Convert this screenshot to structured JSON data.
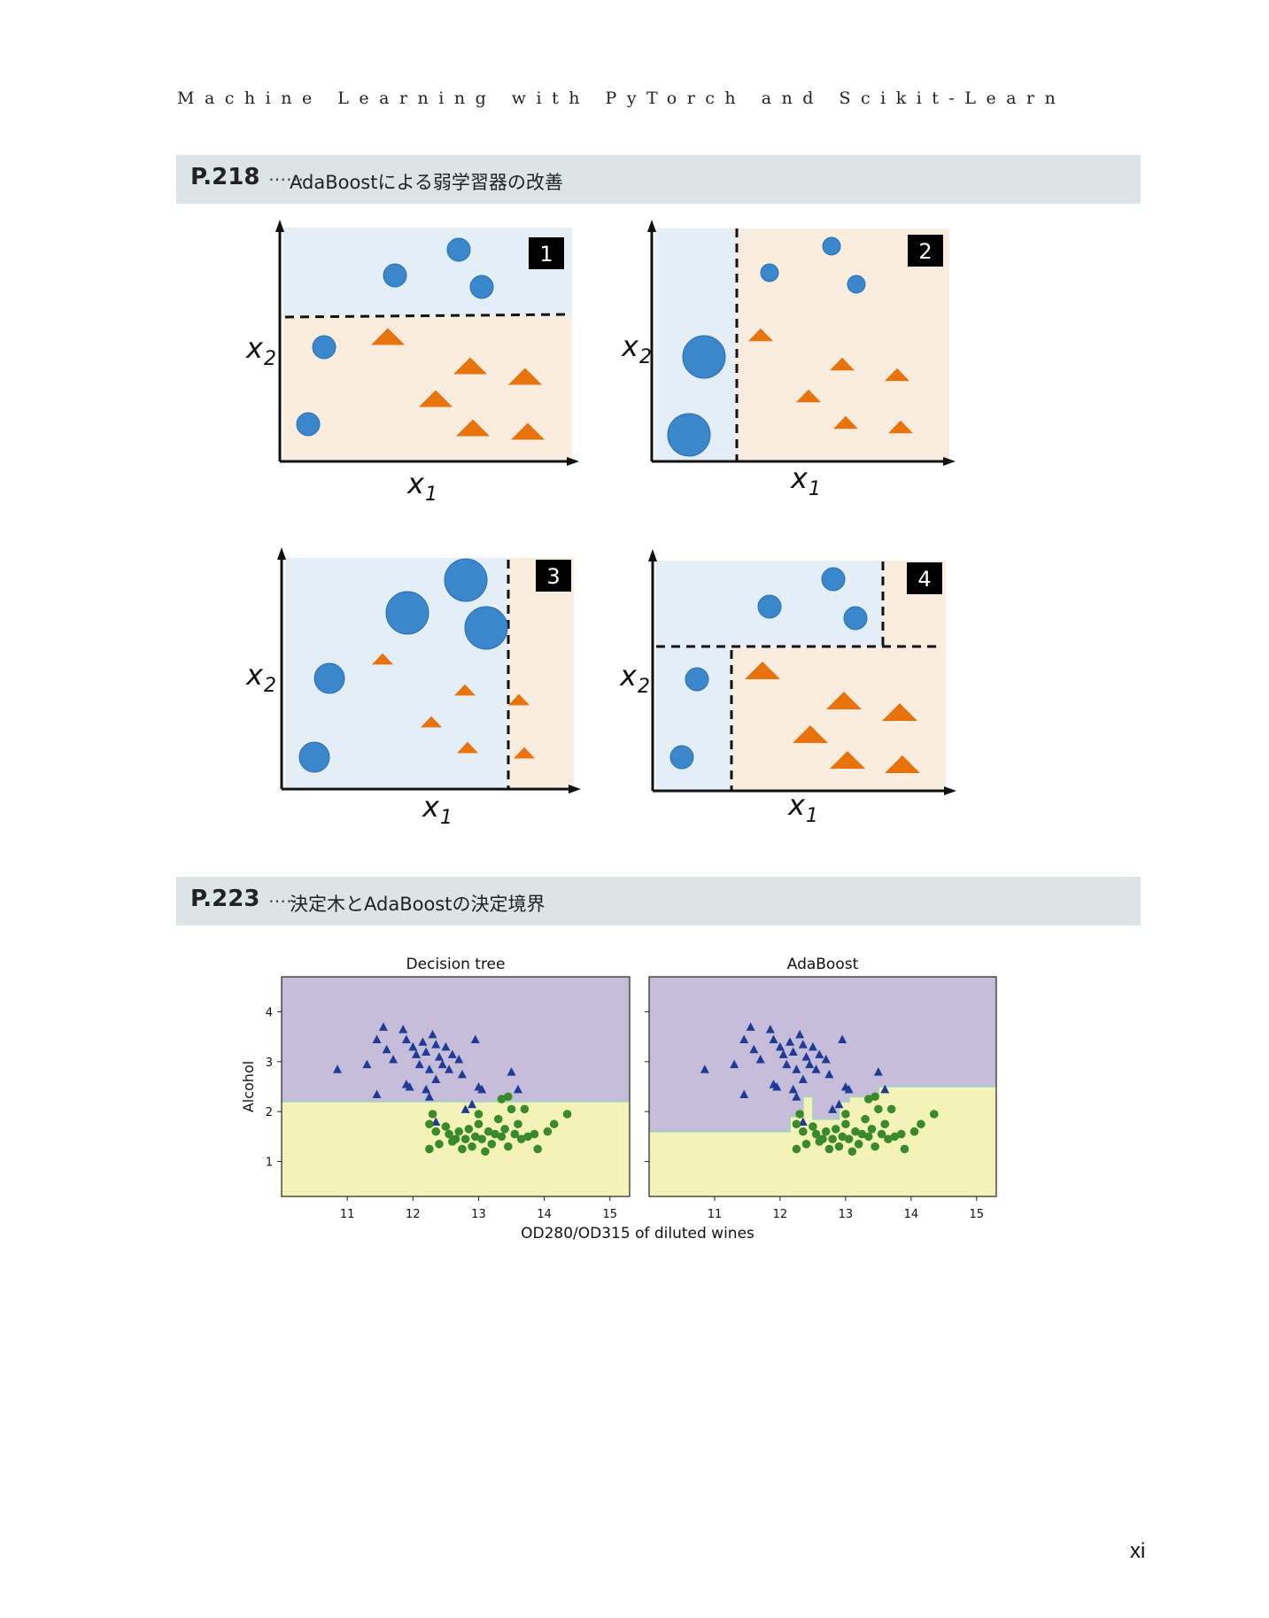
{
  "running_head": "Machine Learning with PyTorch and Scikit-Learn",
  "sections": [
    {
      "page": "P.218",
      "dots": "……",
      "title": "AdaBoostによる弱学習器の改善"
    },
    {
      "page": "P.223",
      "dots": "……",
      "title": "決定木とAdaBoostの決定境界"
    }
  ],
  "illustration": {
    "panels": [
      {
        "badge": "1",
        "xlabel": "x",
        "xsub": "1",
        "ylabel": "x",
        "ysub": "2"
      },
      {
        "badge": "2",
        "xlabel": "x",
        "xsub": "1",
        "ylabel": "x",
        "ysub": "2"
      },
      {
        "badge": "3",
        "xlabel": "x",
        "xsub": "1",
        "ylabel": "x",
        "ysub": "2"
      },
      {
        "badge": "4",
        "xlabel": "x",
        "xsub": "1",
        "ylabel": "x",
        "ysub": "2"
      }
    ],
    "colors": {
      "class_circle": "#3b87cc",
      "class_triangle": "#e8720c",
      "region_circle": "#e4eef7",
      "region_triangle": "#fbece0"
    }
  },
  "chart_data": [
    {
      "type": "scatter",
      "title": "Decision tree",
      "ylabel": "Alcohol",
      "xlabel": "OD280/OD315 of diluted wines",
      "xlim": [
        10,
        15.3
      ],
      "ylim": [
        0.3,
        4.7
      ],
      "xticks": [
        "11",
        "12",
        "13",
        "14",
        "15"
      ],
      "yticks": [
        "1",
        "2",
        "3",
        "4"
      ],
      "decision_boundary": [
        [
          10,
          2.2
        ],
        [
          15.3,
          2.2
        ]
      ],
      "series": [
        {
          "marker": "triangle",
          "color": "#1f3b96",
          "points": [
            [
              10.85,
              2.85
            ],
            [
              11.3,
              2.95
            ],
            [
              11.45,
              3.45
            ],
            [
              11.55,
              3.7
            ],
            [
              11.6,
              3.25
            ],
            [
              11.7,
              3.05
            ],
            [
              11.85,
              3.65
            ],
            [
              11.9,
              3.45
            ],
            [
              12.0,
              3.3
            ],
            [
              12.05,
              3.15
            ],
            [
              12.1,
              2.95
            ],
            [
              12.15,
              3.4
            ],
            [
              12.2,
              3.2
            ],
            [
              12.25,
              2.85
            ],
            [
              12.3,
              3.55
            ],
            [
              12.35,
              3.35
            ],
            [
              12.4,
              3.1
            ],
            [
              12.45,
              2.95
            ],
            [
              12.5,
              3.3
            ],
            [
              12.55,
              2.85
            ],
            [
              12.6,
              3.15
            ],
            [
              12.7,
              3.05
            ],
            [
              12.75,
              2.75
            ],
            [
              12.95,
              3.45
            ],
            [
              13.0,
              2.5
            ],
            [
              13.05,
              2.45
            ],
            [
              13.5,
              2.8
            ],
            [
              13.6,
              2.45
            ],
            [
              11.45,
              2.35
            ],
            [
              11.95,
              2.5
            ],
            [
              12.25,
              2.3
            ],
            [
              12.35,
              2.65
            ],
            [
              12.8,
              2.05
            ],
            [
              12.9,
              2.15
            ],
            [
              12.35,
              1.8
            ],
            [
              12.2,
              2.45
            ],
            [
              11.9,
              2.55
            ]
          ]
        },
        {
          "marker": "circle",
          "color": "#3a8a2c",
          "points": [
            [
              12.25,
              1.75
            ],
            [
              12.3,
              1.95
            ],
            [
              12.35,
              1.6
            ],
            [
              12.4,
              1.35
            ],
            [
              12.5,
              1.7
            ],
            [
              12.55,
              1.55
            ],
            [
              12.6,
              1.4
            ],
            [
              12.7,
              1.6
            ],
            [
              12.75,
              1.25
            ],
            [
              12.8,
              1.45
            ],
            [
              12.85,
              1.65
            ],
            [
              12.9,
              1.3
            ],
            [
              12.95,
              1.5
            ],
            [
              13.0,
              1.75
            ],
            [
              13.05,
              1.45
            ],
            [
              13.1,
              1.2
            ],
            [
              13.15,
              1.6
            ],
            [
              13.2,
              1.35
            ],
            [
              13.25,
              1.55
            ],
            [
              13.3,
              1.85
            ],
            [
              13.35,
              1.5
            ],
            [
              13.4,
              1.65
            ],
            [
              13.45,
              1.3
            ],
            [
              13.5,
              2.05
            ],
            [
              13.55,
              1.55
            ],
            [
              13.6,
              1.75
            ],
            [
              13.65,
              1.45
            ],
            [
              13.7,
              2.05
            ],
            [
              13.75,
              1.5
            ],
            [
              13.85,
              1.55
            ],
            [
              13.9,
              1.25
            ],
            [
              14.05,
              1.6
            ],
            [
              14.15,
              1.75
            ],
            [
              14.35,
              1.95
            ],
            [
              12.25,
              1.25
            ],
            [
              12.65,
              1.45
            ],
            [
              13.0,
              1.95
            ],
            [
              13.35,
              2.25
            ],
            [
              13.45,
              2.3
            ]
          ]
        }
      ]
    },
    {
      "type": "scatter",
      "title": "AdaBoost",
      "ylabel": "",
      "xlabel": "OD280/OD315 of diluted wines",
      "xlim": [
        10,
        15.3
      ],
      "ylim": [
        0.3,
        4.7
      ],
      "xticks": [
        "11",
        "12",
        "13",
        "14",
        "15"
      ],
      "yticks": [
        "",
        "",
        "",
        ""
      ],
      "decision_boundary": [
        [
          10,
          1.6
        ],
        [
          12.15,
          1.6
        ],
        [
          12.15,
          1.9
        ],
        [
          12.35,
          1.9
        ],
        [
          12.35,
          2.3
        ],
        [
          12.5,
          2.3
        ],
        [
          12.5,
          1.85
        ],
        [
          12.9,
          1.85
        ],
        [
          12.9,
          2.2
        ],
        [
          13.05,
          2.2
        ],
        [
          13.05,
          2.3
        ],
        [
          13.5,
          2.3
        ],
        [
          13.5,
          2.5
        ],
        [
          15.3,
          2.5
        ]
      ],
      "series": [
        {
          "marker": "triangle",
          "color": "#1f3b96",
          "points": [
            [
              10.85,
              2.85
            ],
            [
              11.3,
              2.95
            ],
            [
              11.45,
              3.45
            ],
            [
              11.55,
              3.7
            ],
            [
              11.6,
              3.25
            ],
            [
              11.7,
              3.05
            ],
            [
              11.85,
              3.65
            ],
            [
              11.9,
              3.45
            ],
            [
              12.0,
              3.3
            ],
            [
              12.05,
              3.15
            ],
            [
              12.1,
              2.95
            ],
            [
              12.15,
              3.4
            ],
            [
              12.2,
              3.2
            ],
            [
              12.25,
              2.85
            ],
            [
              12.3,
              3.55
            ],
            [
              12.35,
              3.35
            ],
            [
              12.4,
              3.1
            ],
            [
              12.45,
              2.95
            ],
            [
              12.5,
              3.3
            ],
            [
              12.55,
              2.85
            ],
            [
              12.6,
              3.15
            ],
            [
              12.7,
              3.05
            ],
            [
              12.75,
              2.75
            ],
            [
              12.95,
              3.45
            ],
            [
              13.0,
              2.5
            ],
            [
              13.05,
              2.45
            ],
            [
              13.5,
              2.8
            ],
            [
              13.6,
              2.45
            ],
            [
              11.45,
              2.35
            ],
            [
              11.95,
              2.5
            ],
            [
              12.25,
              2.3
            ],
            [
              12.35,
              2.65
            ],
            [
              12.8,
              2.05
            ],
            [
              12.9,
              2.15
            ],
            [
              12.35,
              1.8
            ],
            [
              12.2,
              2.45
            ],
            [
              11.9,
              2.55
            ]
          ]
        },
        {
          "marker": "circle",
          "color": "#3a8a2c",
          "points": [
            [
              12.25,
              1.75
            ],
            [
              12.3,
              1.95
            ],
            [
              12.35,
              1.6
            ],
            [
              12.4,
              1.35
            ],
            [
              12.5,
              1.7
            ],
            [
              12.55,
              1.55
            ],
            [
              12.6,
              1.4
            ],
            [
              12.7,
              1.6
            ],
            [
              12.75,
              1.25
            ],
            [
              12.8,
              1.45
            ],
            [
              12.85,
              1.65
            ],
            [
              12.9,
              1.3
            ],
            [
              12.95,
              1.5
            ],
            [
              13.0,
              1.75
            ],
            [
              13.05,
              1.45
            ],
            [
              13.1,
              1.2
            ],
            [
              13.15,
              1.6
            ],
            [
              13.2,
              1.35
            ],
            [
              13.25,
              1.55
            ],
            [
              13.3,
              1.85
            ],
            [
              13.35,
              1.5
            ],
            [
              13.4,
              1.65
            ],
            [
              13.45,
              1.3
            ],
            [
              13.5,
              2.05
            ],
            [
              13.55,
              1.55
            ],
            [
              13.6,
              1.75
            ],
            [
              13.65,
              1.45
            ],
            [
              13.7,
              2.05
            ],
            [
              13.75,
              1.5
            ],
            [
              13.85,
              1.55
            ],
            [
              13.9,
              1.25
            ],
            [
              14.05,
              1.6
            ],
            [
              14.15,
              1.75
            ],
            [
              14.35,
              1.95
            ],
            [
              12.25,
              1.25
            ],
            [
              12.65,
              1.45
            ],
            [
              13.0,
              1.95
            ],
            [
              13.35,
              2.25
            ],
            [
              13.45,
              2.3
            ]
          ]
        }
      ],
      "region_colors": {
        "upper": "#c5bdd9",
        "lower": "#f3f2b7"
      }
    }
  ],
  "page_number": "xi"
}
